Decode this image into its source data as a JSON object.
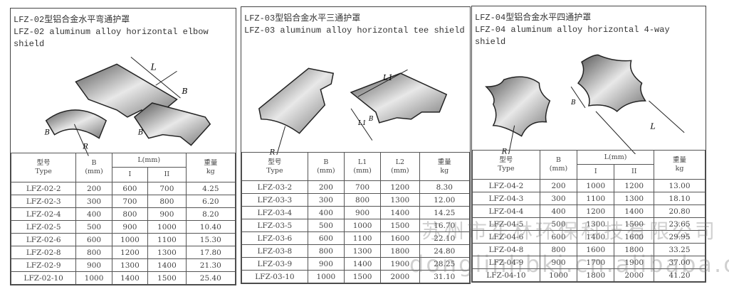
{
  "panels": [
    {
      "title_cn": "LFZ-02型铝合金水平弯通护罩",
      "title_en": "LFZ-02 aluminum alloy horizontal elbow shield",
      "dim_labels": [
        "L",
        "B",
        "B",
        "R",
        "B"
      ],
      "headers": {
        "type_cn": "型号",
        "type_en": "Type",
        "b": "B",
        "b_unit": "(mm)",
        "l": "L(mm)",
        "l1": "I",
        "l2": "II",
        "w_cn": "重量",
        "w_unit": "kg"
      },
      "rows": [
        [
          "LFZ-02-2",
          "200",
          "600",
          "700",
          "4.25"
        ],
        [
          "LFZ-02-3",
          "300",
          "700",
          "800",
          "6.20"
        ],
        [
          "LFZ-02-4",
          "400",
          "800",
          "900",
          "8.20"
        ],
        [
          "LFZ-02-5",
          "500",
          "900",
          "1000",
          "10.40"
        ],
        [
          "LFZ-02-6",
          "600",
          "1000",
          "1100",
          "15.30"
        ],
        [
          "LFZ-02-8",
          "800",
          "1200",
          "1300",
          "17.80"
        ],
        [
          "LFZ-02-9",
          "900",
          "1300",
          "1400",
          "21.30"
        ],
        [
          "LFZ-02-10",
          "1000",
          "1400",
          "1500",
          "25.40"
        ]
      ]
    },
    {
      "title_cn": "LFZ-03型铝合金水平三通护罩",
      "title_en": "LFZ-03 aluminum alloy horizontal tee shield",
      "dim_labels": [
        "R",
        "L1",
        "B",
        "L1"
      ],
      "headers": {
        "type_cn": "型号",
        "type_en": "Type",
        "b": "B",
        "b_unit": "(mm)",
        "l1": "L1",
        "l1_unit": "(mm)",
        "l2": "L2",
        "l2_unit": "(mm)",
        "w_cn": "重量",
        "w_unit": "kg"
      },
      "rows": [
        [
          "LFZ-03-2",
          "200",
          "700",
          "1200",
          "8.30"
        ],
        [
          "LFZ-03-3",
          "300",
          "800",
          "1300",
          "12.00"
        ],
        [
          "LFZ-03-4",
          "400",
          "900",
          "1400",
          "14.25"
        ],
        [
          "LFZ-03-5",
          "500",
          "1000",
          "1500",
          "16.70"
        ],
        [
          "LFZ-03-6",
          "600",
          "1100",
          "1600",
          "22.10"
        ],
        [
          "LFZ-03-8",
          "800",
          "1300",
          "1800",
          "24.80"
        ],
        [
          "LFZ-03-9",
          "900",
          "1400",
          "1900",
          "28.25"
        ],
        [
          "LFZ-03-10",
          "1000",
          "1500",
          "2000",
          "31.10"
        ]
      ]
    },
    {
      "title_cn": "LFZ-04型铝合金水平四通护罩",
      "title_en": "LFZ-04 aluminum alloy horizontal 4-way shield",
      "dim_labels": [
        "R",
        "B",
        "L"
      ],
      "headers": {
        "type_cn": "型号",
        "type_en": "Type",
        "b": "B",
        "b_unit": "(mm)",
        "l": "L(mm)",
        "l1": "I",
        "l2": "II",
        "w_cn": "重量",
        "w_unit": "kg"
      },
      "rows": [
        [
          "LFZ-04-2",
          "200",
          "1000",
          "1200",
          "13.00"
        ],
        [
          "LFZ-04-3",
          "300",
          "1100",
          "1300",
          "18.10"
        ],
        [
          "LFZ-04-4",
          "400",
          "1200",
          "1400",
          "20.80"
        ],
        [
          "LFZ-04-5",
          "500",
          "1300",
          "1500",
          "23.65"
        ],
        [
          "LFZ-04-6",
          "600",
          "1400",
          "1600",
          "29.95"
        ],
        [
          "LFZ-04-8",
          "800",
          "1600",
          "1800",
          "33.25"
        ],
        [
          "LFZ-04-9",
          "900",
          "1700",
          "1900",
          "37.00"
        ],
        [
          "LFZ-04-10",
          "1000",
          "1800",
          "2000",
          "41.20"
        ]
      ]
    }
  ],
  "watermark": {
    "company": "苏州市东林环保科技有限公司",
    "url": "donglinhbkj.cn.alibaba.com"
  }
}
